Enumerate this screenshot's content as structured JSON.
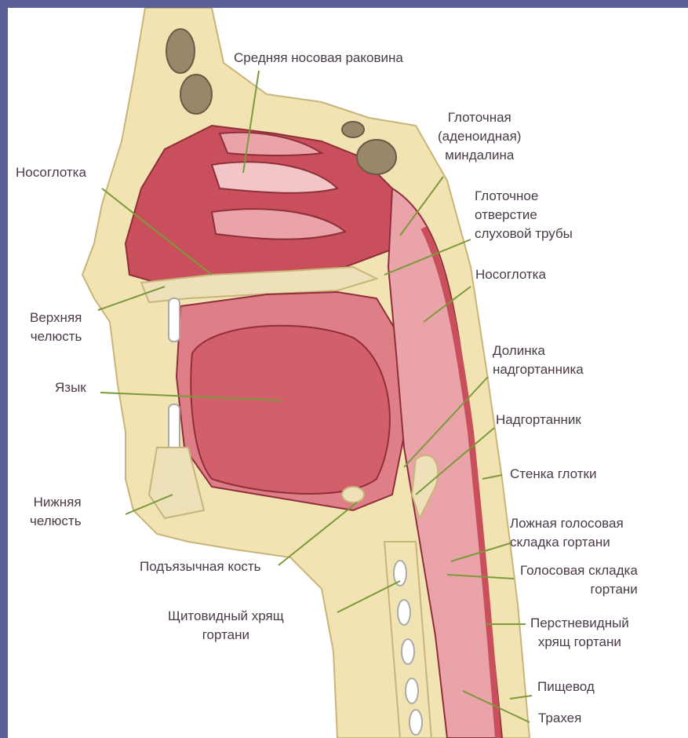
{
  "labels": {
    "middle_concha": "Средняя носовая раковина",
    "pharyngeal_tonsil": [
      "Глоточная",
      "(аденоидная)",
      "миндалина"
    ],
    "tube_opening": [
      "Глоточное",
      "отверстие",
      "слуховой трубы"
    ],
    "nasopharynx_left": "Носоглотка",
    "nasopharynx_right": "Носоглотка",
    "maxilla": [
      "Верхняя",
      "челюсть"
    ],
    "tongue": "Язык",
    "vallecula": [
      "Долинка",
      "надгортанника"
    ],
    "epiglottis": "Надгортанник",
    "pharynx_wall": "Стенка глотки",
    "mandible": [
      "Нижняя",
      "челюсть"
    ],
    "false_vocal_fold": [
      "Ложная голосовая",
      "складка гортани"
    ],
    "hyoid": "Подъязычная кость",
    "vocal_fold": [
      "Голосовая складка",
      "гортани"
    ],
    "thyroid_cartilage": [
      "Щитовидный хрящ",
      "гортани"
    ],
    "cricoid_cartilage": [
      "Перстневидный",
      "хрящ гортани"
    ],
    "esophagus": "Пищевод",
    "trachea": "Трахея"
  },
  "colors": {
    "frame": "#5b5f97",
    "skin": "#f2e3b3",
    "bone": "#eee0b8",
    "tissue": "#c94f5c",
    "tissue_light": "#e9a3a9",
    "leader_line": "#7b9a3a"
  }
}
